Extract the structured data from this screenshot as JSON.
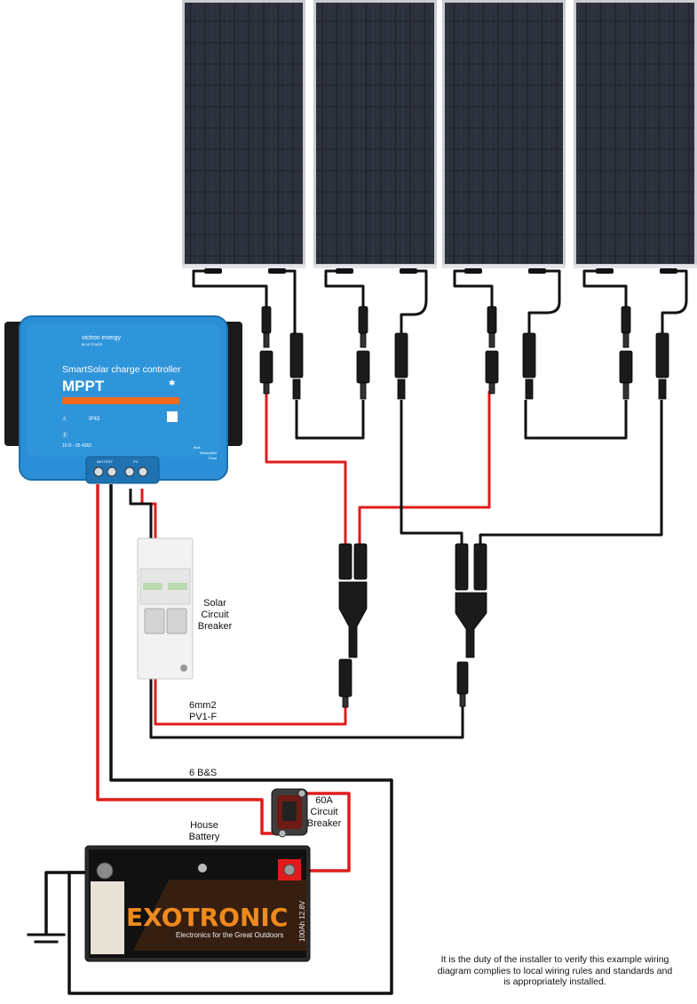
{
  "controller": {
    "brand": "victron energy",
    "brand_sub": "BLUE POWER",
    "model_line": "SmartSolar charge controller",
    "model": "MPPT",
    "ip_rating": "IP43",
    "code": "10 R - 05 4362",
    "terminal_battery": "BATTERY",
    "terminal_pv": "PV",
    "side_labels": [
      "Bulk",
      "Absorption",
      "Float"
    ],
    "body_color": "#2a8fd6",
    "accent_color": "#f26a1b"
  },
  "labels": {
    "solar_breaker": [
      "Solar",
      "Circuit",
      "Breaker"
    ],
    "pv_cable": [
      "6mm2",
      "PV1-F"
    ],
    "battery_cable": "6 B&S",
    "main_breaker": [
      "60A",
      "Circuit",
      "Breaker"
    ],
    "battery": [
      "House",
      "Battery"
    ]
  },
  "battery": {
    "brand": "EXOTRONIC",
    "tagline": "Electronics for the Great Outdoors",
    "rating": "100Ah 12.8V"
  },
  "note": "It is the duty of the installer to verify this example wiring diagram complies to local wiring rules and standards and is appropriately installed.",
  "colors": {
    "positive_wire": "#e01b1b",
    "negative_wire": "#111111"
  }
}
